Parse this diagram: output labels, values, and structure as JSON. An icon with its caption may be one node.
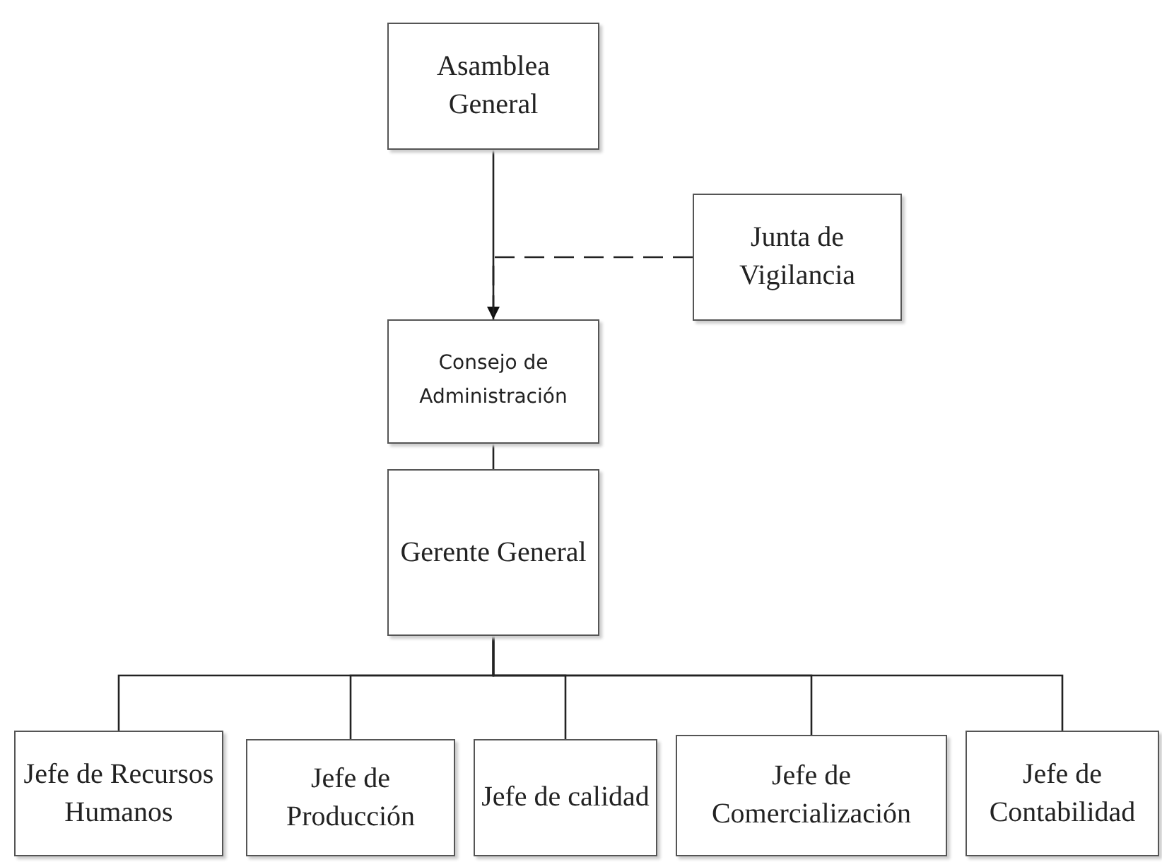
{
  "diagram": {
    "nodes": [
      {
        "text": [
          "Asamblea General"
        ]
      },
      {
        "text": [
          "Junta de Vigilancia"
        ]
      },
      {
        "text": [
          "Consejo de Administración"
        ]
      },
      {
        "text": [
          "Gerente General"
        ]
      },
      {
        "text": [
          "Jefe de Recursos Humanos"
        ]
      },
      {
        "text": [
          "Jefe de Producción"
        ]
      },
      {
        "text": [
          "Jefe de calidad"
        ]
      },
      {
        "text": [
          "Jefe de Comercialización"
        ]
      },
      {
        "text": [
          "Jefe de Contabilidad"
        ]
      }
    ],
    "edges": [
      {
        "from": 0,
        "to": 2,
        "arrow": "to"
      },
      {
        "from": 1,
        "to": 2,
        "arrow": "none",
        "style": "dashed"
      },
      {
        "from": 2,
        "to": 3,
        "arrow": "none"
      },
      {
        "from": 3,
        "to": 4,
        "arrow": "none"
      },
      {
        "from": 3,
        "to": 5,
        "arrow": "none"
      },
      {
        "from": 3,
        "to": 6,
        "arrow": "none"
      },
      {
        "from": 3,
        "to": 7,
        "arrow": "none"
      },
      {
        "from": 3,
        "to": 8,
        "arrow": "none"
      }
    ]
  }
}
